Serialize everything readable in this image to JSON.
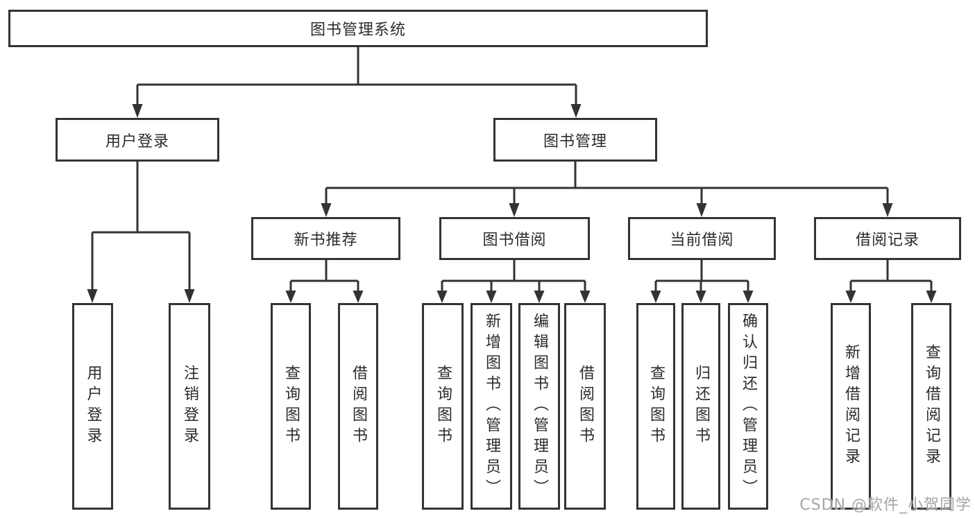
{
  "colors": {
    "background": "#ffffff",
    "line": "#333333",
    "box_border": "#333333",
    "box_fill": "#ffffff",
    "text": "#2b2b2b",
    "watermark_text": "#9e9e9e"
  },
  "diagram": {
    "type": "hierarchy",
    "root": {
      "label": "图书管理系统"
    },
    "level2": [
      {
        "id": "user-login",
        "label": "用户登录",
        "parent": "图书管理系统"
      },
      {
        "id": "book-management",
        "label": "图书管理",
        "parent": "图书管理系统"
      }
    ],
    "level3": [
      {
        "id": "new-book-recommend",
        "label": "新书推荐",
        "parent": "图书管理"
      },
      {
        "id": "book-borrow",
        "label": "图书借阅",
        "parent": "图书管理"
      },
      {
        "id": "current-borrow",
        "label": "当前借阅",
        "parent": "图书管理"
      },
      {
        "id": "borrow-records",
        "label": "借阅记录",
        "parent": "图书管理"
      }
    ],
    "leaves": [
      {
        "label": "用户登录",
        "parent": "用户登录"
      },
      {
        "label": "注销登录",
        "parent": "用户登录"
      },
      {
        "label": "查询图书",
        "parent": "新书推荐"
      },
      {
        "label": "借阅图书",
        "parent": "新书推荐"
      },
      {
        "label": "查询图书",
        "parent": "图书借阅"
      },
      {
        "label": "新增图书（管理员）",
        "parent": "图书借阅"
      },
      {
        "label": "编辑图书（管理员）",
        "parent": "图书借阅"
      },
      {
        "label": "借阅图书",
        "parent": "图书借阅"
      },
      {
        "label": "查询图书",
        "parent": "当前借阅"
      },
      {
        "label": "归还图书",
        "parent": "当前借阅"
      },
      {
        "label": "确认归还（管理员）",
        "parent": "当前借阅"
      },
      {
        "label": "新增借阅记录",
        "parent": "借阅记录"
      },
      {
        "label": "查询借阅记录",
        "parent": "借阅记录"
      }
    ],
    "watermark": "CSDN @软件_小贺同学"
  }
}
